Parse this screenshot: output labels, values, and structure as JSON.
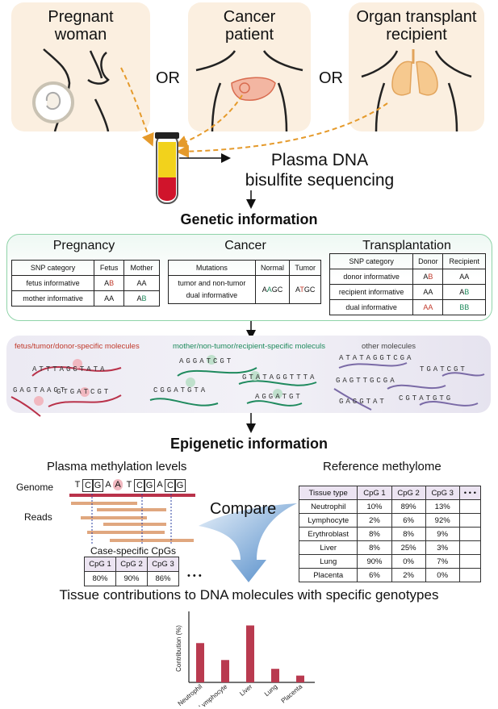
{
  "sources": {
    "pregnant": "Pregnant\nwoman",
    "cancer": "Cancer\npatient",
    "transplant": "Organ transplant\nrecipient",
    "or": "OR"
  },
  "assay": "Plasma DNA\nbisulfite sequencing",
  "genetic_heading": "Genetic information",
  "pregnancy": {
    "title": "Pregnancy",
    "headers": [
      "SNP category",
      "Fetus",
      "Mother"
    ],
    "rows": [
      [
        "fetus informative",
        "AB",
        "AA"
      ],
      [
        "mother informative",
        "AA",
        "AB"
      ]
    ]
  },
  "cancer_table": {
    "title": "Cancer",
    "headers": [
      "Mutations",
      "Normal",
      "Tumor"
    ],
    "rows": [
      [
        "tumor and non-tumor\ndual informative",
        "AAGC",
        "ATGC"
      ]
    ]
  },
  "transplant_table": {
    "title": "Transplantation",
    "headers": [
      "SNP category",
      "Donor",
      "Recipient"
    ],
    "rows": [
      [
        "donor informative",
        "AB",
        "AA"
      ],
      [
        "recipient informative",
        "AA",
        "AB"
      ],
      [
        "dual informative",
        "AA",
        "BB"
      ]
    ]
  },
  "molecules": {
    "group1": "fetus/tumor/donor-specific molecules",
    "group2": "mother/non-tumor/recipient-specific moleculs",
    "group3": "other molecules"
  },
  "epigenetic_heading": "Epigenetic information",
  "plasma_title": "Plasma methylation levels",
  "genome_label": "Genome",
  "reads_label": "Reads",
  "genome_seq": [
    "T",
    "C",
    "G",
    "A",
    "A",
    "T",
    "C",
    "G",
    "A",
    "C",
    "G"
  ],
  "case_specific_title": "Case-specific CpGs",
  "case_specific": {
    "headers": [
      "CpG 1",
      "CpG 2",
      "CpG 3"
    ],
    "values": [
      "80%",
      "90%",
      "86%"
    ]
  },
  "ellipsis": "• • •",
  "compare": "Compare",
  "reference_title": "Reference methylome",
  "reference": {
    "headers": [
      "Tissue type",
      "CpG 1",
      "CpG 2",
      "CpG 3",
      "• • •"
    ],
    "rows": [
      [
        "Neutrophil",
        "10%",
        "89%",
        "13%",
        ""
      ],
      [
        "Lymphocyte",
        "2%",
        "6%",
        "92%",
        ""
      ],
      [
        "Erythroblast",
        "8%",
        "8%",
        "9%",
        ""
      ],
      [
        "Liver",
        "8%",
        "25%",
        "3%",
        ""
      ],
      [
        "Lung",
        "90%",
        "0%",
        "7%",
        ""
      ],
      [
        "Placenta",
        "6%",
        "2%",
        "0%",
        ""
      ]
    ]
  },
  "result_title": "Tissue contributions to DNA molecules with specific genotypes",
  "chart_data": {
    "type": "bar",
    "categories": [
      "Neutrophil",
      "Lymphocyte",
      "Liver",
      "Lung",
      "Placenta"
    ],
    "values": [
      0.58,
      0.33,
      0.84,
      0.2,
      0.1
    ],
    "ylabel": "Contribution (%)",
    "xlabel": "",
    "bar_color": "#b93a4f"
  },
  "colors": {
    "card": "#fbefe0",
    "accent_orange": "#e59a2b",
    "red": "#c0392b",
    "green": "#1e8a5c",
    "purple": "#7a6aa6",
    "panel_border": "#8fd3a8"
  }
}
